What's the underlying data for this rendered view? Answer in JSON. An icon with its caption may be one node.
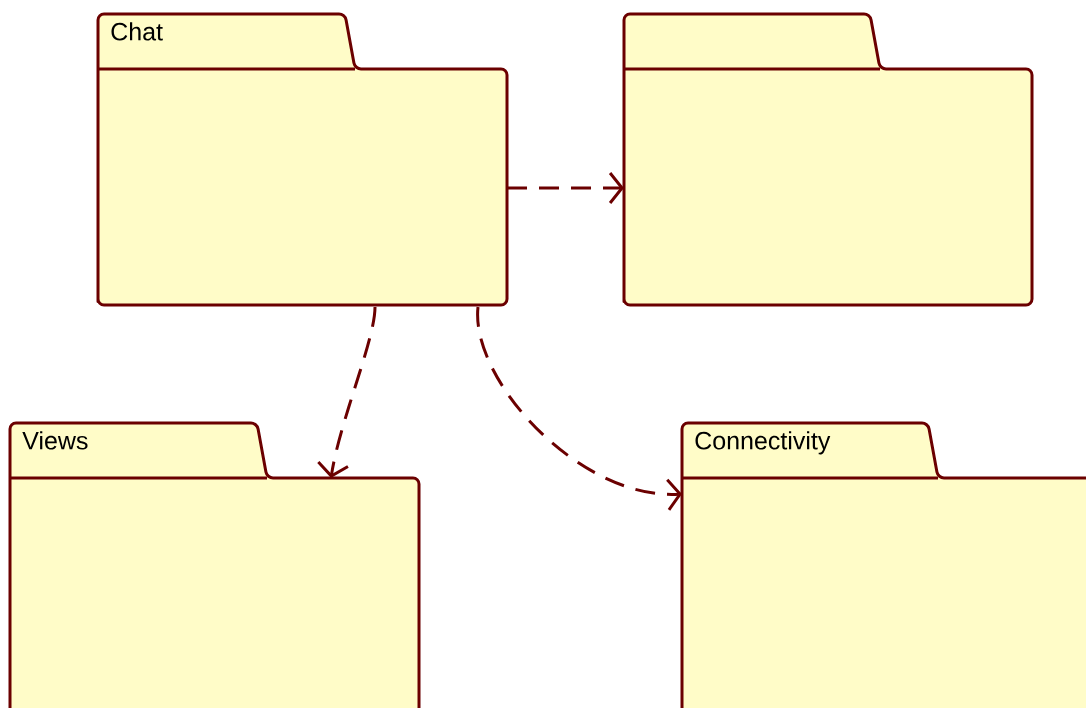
{
  "diagram": {
    "nodes": [
      {
        "text": [
          "Chat"
        ]
      },
      {
        "text": [],
        "shape": "folder"
      },
      {
        "text": [
          "Views"
        ]
      },
      {
        "text": [
          "Connectivity"
        ]
      }
    ],
    "edges": [
      {
        "from": 0,
        "to": 1,
        "arrow": "to",
        "style": "dashed"
      },
      {
        "from": 0,
        "to": 2,
        "arrow": "to",
        "style": "dashed"
      },
      {
        "from": 0,
        "to": 3,
        "arrow": "to",
        "style": "dashed"
      }
    ]
  }
}
